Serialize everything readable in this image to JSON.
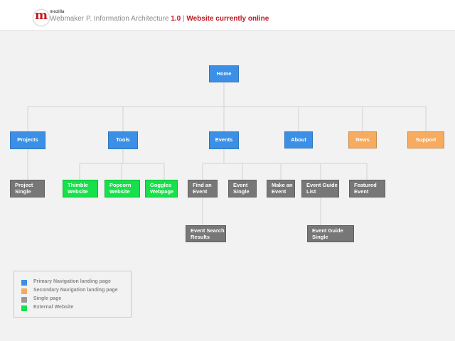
{
  "header": {
    "brand": "mozilla",
    "title": "Webmaker P. Information Architecture",
    "version": "1.0",
    "separator": " | ",
    "status": "Website currently online"
  },
  "colors": {
    "primary": "#3b90e6",
    "secondary": "#f6ab5e",
    "single": "#777777",
    "external": "#16e04a",
    "brand": "#c3171d"
  },
  "nodes": {
    "home": "Home",
    "projects": "Projects",
    "tools": "Tools",
    "events": "Events",
    "about": "About",
    "news": "News",
    "support": "Support",
    "project_single": "Project Single",
    "thimble": "Thimble Website",
    "popcorn": "Popcorn Website",
    "goggles": "Goggles Webpage",
    "find_event": "Find an Event",
    "event_single": "Event Single",
    "make_event": "Make an Event",
    "event_guide_list": "Event Guide List",
    "featured_event": "Featured Event",
    "event_search_results": "Event Search Results",
    "event_guide_single": "Event Guide Single"
  },
  "legend": [
    {
      "label": "Primary Navigation landing page",
      "color": "#3b90e6"
    },
    {
      "label": "Secondary Navigation landing page",
      "color": "#f6ab5e"
    },
    {
      "label": "Single page",
      "color": "#999999"
    },
    {
      "label": "External Website",
      "color": "#16e04a"
    }
  ]
}
